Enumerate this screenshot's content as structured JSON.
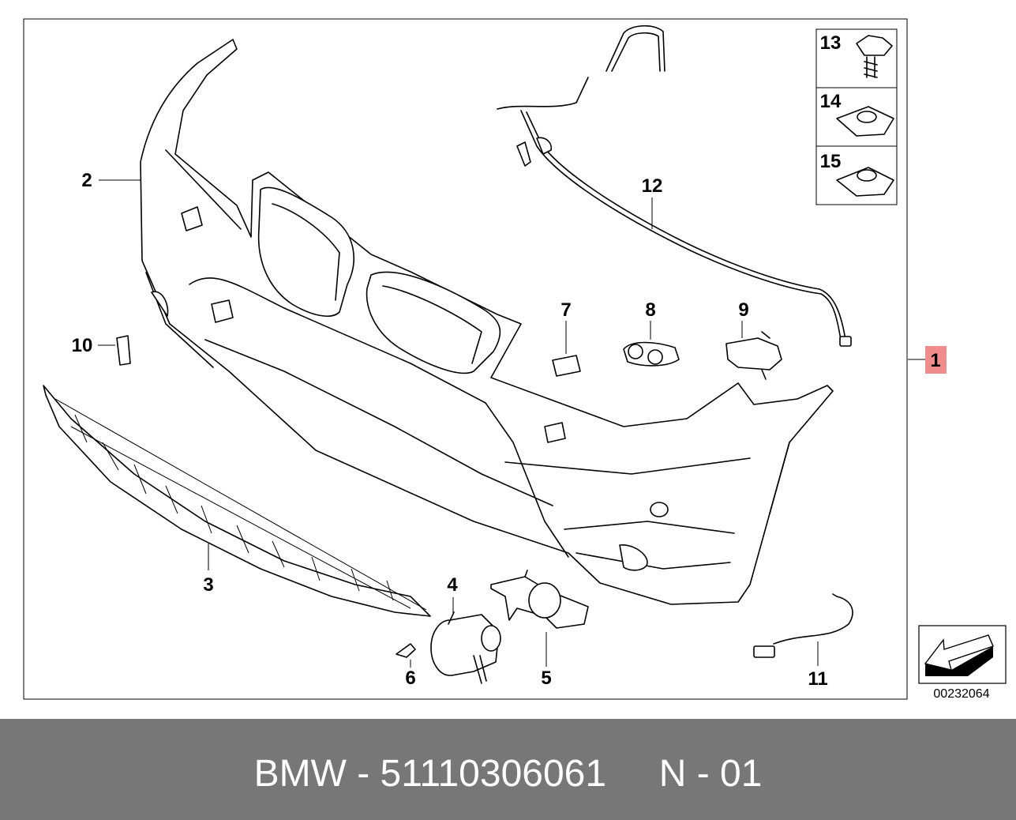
{
  "callouts": {
    "c1": "1",
    "c2": "2",
    "c3": "3",
    "c4": "4",
    "c5": "5",
    "c6": "6",
    "c7": "7",
    "c8": "8",
    "c9": "9",
    "c10": "10",
    "c11": "11",
    "c12": "12",
    "c13": "13",
    "c14": "14",
    "c15": "15"
  },
  "highlight_color": "#f08c8c",
  "doc_id": "00232064",
  "footer": {
    "text": "BMW - 51110306061     N - 01",
    "background": "#777777"
  }
}
